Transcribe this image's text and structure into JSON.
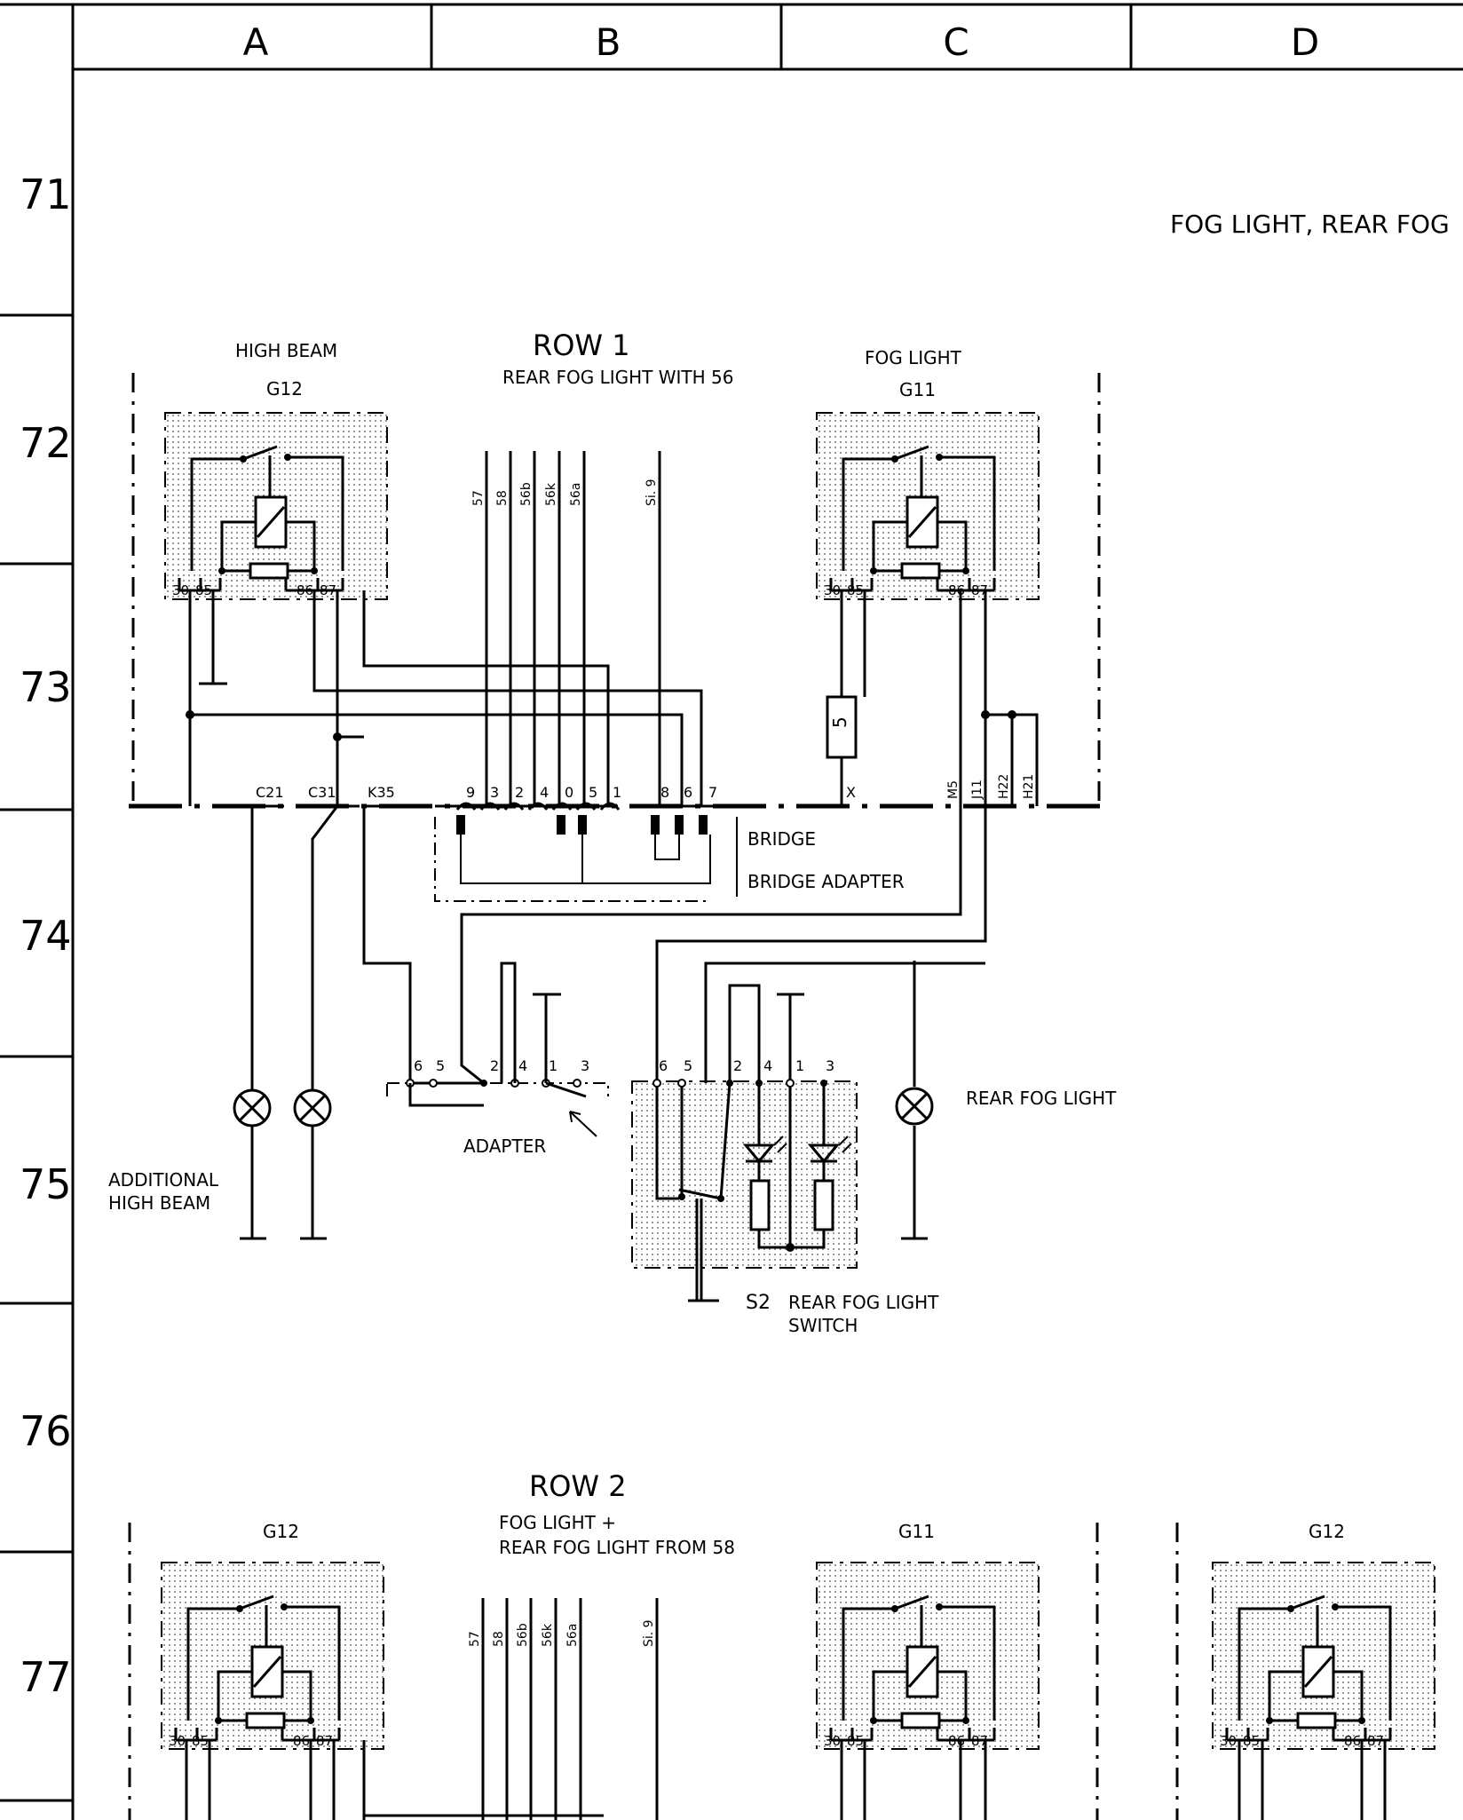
{
  "columns": [
    "A",
    "B",
    "C",
    "D"
  ],
  "rows": [
    "71",
    "72",
    "73",
    "74",
    "75",
    "76",
    "77"
  ],
  "title": "FOG LIGHT,  REAR FOG",
  "row1": {
    "heading": "ROW 1",
    "subheading": "REAR FOG LIGHT WITH 56",
    "relay_left": {
      "caption": "HIGH BEAM",
      "id": "G12",
      "pins": [
        "30",
        "85",
        "86",
        "87"
      ]
    },
    "relay_right": {
      "caption": "FOG LIGHT",
      "id": "G11",
      "pins": [
        "30",
        "85",
        "86",
        "87"
      ]
    },
    "bus_wires": [
      "57",
      "58",
      "56b",
      "56k",
      "56a"
    ],
    "si_wire": "Si. 9",
    "connectors": [
      "C21",
      "C31",
      "K35"
    ],
    "terminal_pins": [
      "9",
      "3",
      "2",
      "4",
      "0",
      "5",
      "1",
      "8",
      "6",
      "7"
    ],
    "fuse": "5",
    "x_label": "X",
    "right_terminals": [
      "M5",
      "J11",
      "H22",
      "H21"
    ],
    "bridge": "BRIDGE",
    "bridge_adapter": "BRIDGE ADAPTER",
    "adapter_pins": [
      "6",
      "5",
      "2",
      "4",
      "1",
      "3"
    ],
    "adapter": "ADAPTER",
    "switch_pins": [
      "6",
      "5",
      "2",
      "4",
      "1",
      "3"
    ],
    "switch_id": "S2",
    "switch_label_1": "REAR FOG LIGHT",
    "switch_label_2": "SWITCH",
    "rear_fog_light": "REAR FOG LIGHT",
    "additional_high_beam_1": "ADDITIONAL",
    "additional_high_beam_2": "HIGH BEAM"
  },
  "row2": {
    "heading": "ROW 2",
    "subheading_1": "FOG LIGHT +",
    "subheading_2": "REAR FOG LIGHT FROM 58",
    "relay_a": {
      "id": "G12",
      "pins": [
        "30",
        "85",
        "86",
        "87"
      ]
    },
    "relay_c": {
      "id": "G11",
      "pins": [
        "30",
        "85",
        "86",
        "87"
      ]
    },
    "relay_d": {
      "id": "G12",
      "pins": [
        "30",
        "85",
        "86",
        "87"
      ]
    },
    "bus_wires": [
      "57",
      "58",
      "56b",
      "56k",
      "56a"
    ],
    "si_wire": "Si. 9"
  }
}
